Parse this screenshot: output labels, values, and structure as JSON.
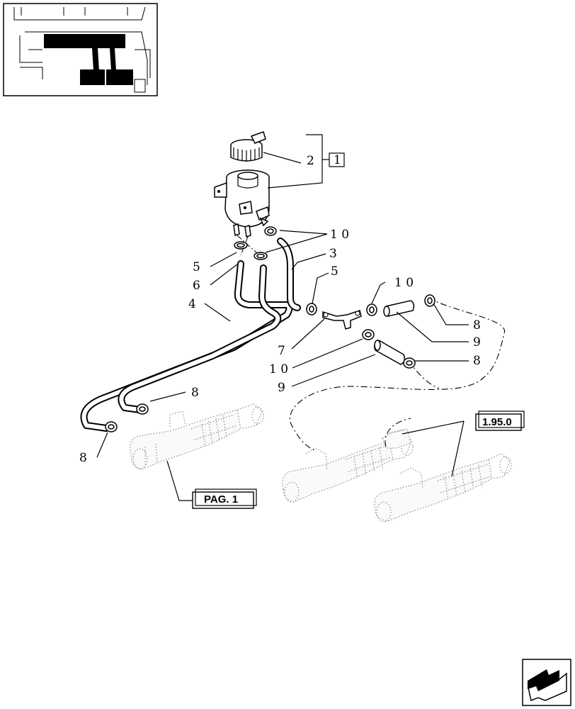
{
  "callouts": {
    "c2": "2",
    "c1": "1",
    "c10a": "1 0",
    "c3": "3",
    "c5a": "5",
    "c6": "6",
    "c5b": "5",
    "c4": "4",
    "c10b": "1 0",
    "c8a": "8",
    "c7": "7",
    "c9a": "9",
    "c10c": "1 0",
    "c8b": "8",
    "c9b": "9",
    "c8c": "8",
    "c8d": "8"
  },
  "references": {
    "pag1": "PAG. 1",
    "ref1950": "1.95.0"
  },
  "icons": {
    "thumbnail": "tractor-pedals-thumbnail",
    "nav": "next-page-arrow-icon"
  }
}
